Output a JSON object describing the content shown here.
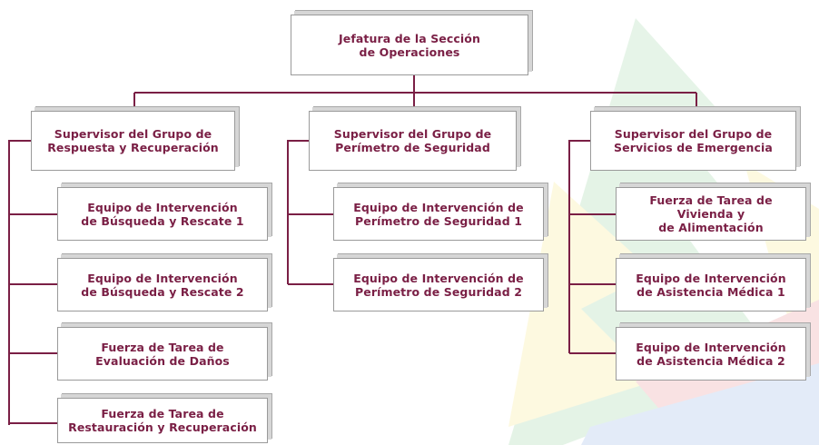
{
  "colors": {
    "text": "#7a1f45",
    "connector": "#7a1f45",
    "box_border": "#9a9a9a",
    "watermark_green": "#3aa84a",
    "watermark_yellow": "#f2d21a",
    "watermark_red": "#d8282d",
    "watermark_blue": "#2d6fcf"
  },
  "root": {
    "label": "Jefatura de la Sección\nde Operaciones"
  },
  "groups": [
    {
      "supervisor": "Supervisor del Grupo de\nRespuesta y Recuperación",
      "units": [
        "Equipo de Intervención\nde Búsqueda y Rescate 1",
        "Equipo de Intervención\nde Búsqueda y Rescate 2",
        "Fuerza de Tarea de\nEvaluación de Daños",
        "Fuerza de Tarea de\nRestauración y Recuperación"
      ]
    },
    {
      "supervisor": "Supervisor del Grupo de\nPerímetro de Seguridad",
      "units": [
        "Equipo de Intervención de\nPerímetro de Seguridad 1",
        "Equipo de Intervención de\nPerímetro de Seguridad 2"
      ]
    },
    {
      "supervisor": "Supervisor del Grupo de\nServicios de Emergencia",
      "units": [
        "Fuerza de Tarea de\nVivienda y\nde Alimentación",
        "Equipo de Intervención\nde Asistencia Médica 1",
        "Equipo de Intervención\nde Asistencia Médica 2"
      ]
    }
  ]
}
